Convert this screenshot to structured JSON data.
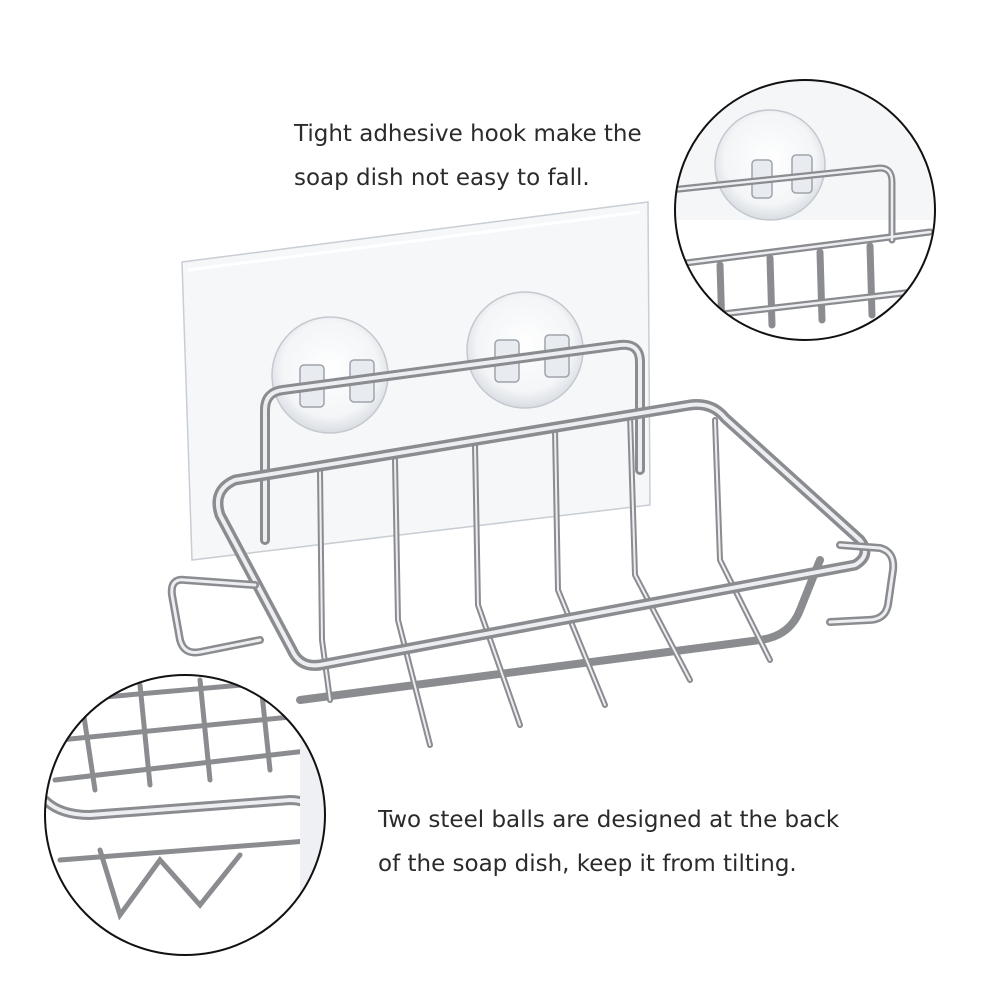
{
  "captions": {
    "top": {
      "line1": "Tight adhesive hook make the",
      "line2": "soap dish not easy to fall."
    },
    "bottom": {
      "line1": "Two steel balls are designed at the back",
      "line2": "of the soap dish, keep it from tilting."
    }
  },
  "colors": {
    "background": "#ffffff",
    "text": "#2b2b2b",
    "steel_dark": "#8a8c90",
    "steel_light": "#e4e6ea",
    "adhesive_plate": "#f4f6f8",
    "circle_outline": "#111111"
  },
  "illustrations": {
    "main": "stainless-steel-soap-dish-with-adhesive-hooks",
    "detail_top": "adhesive-hook-closeup",
    "detail_bottom": "wire-basket-closeup"
  }
}
